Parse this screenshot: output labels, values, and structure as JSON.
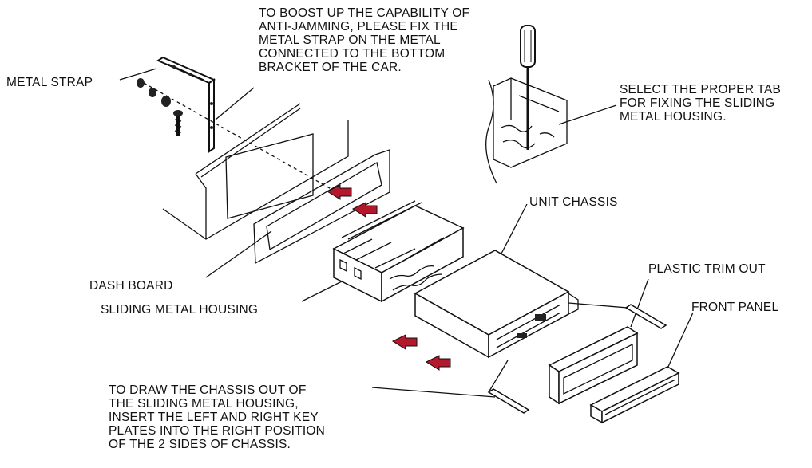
{
  "labels": {
    "metal_strap": "METAL STRAP",
    "anti_jamming_note": "TO BOOST UP THE CAPABILITY OF\nANTI-JAMMING, PLEASE FIX THE\nMETAL STRAP ON THE METAL\nCONNECTED TO THE BOTTOM\nBRACKET OF THE CAR.",
    "select_tab_note": "SELECT THE PROPER TAB\nFOR FIXING THE SLIDING\nMETAL HOUSING.",
    "unit_chassis": "UNIT CHASSIS",
    "plastic_trim_out": "PLASTIC TRIM OUT",
    "front_panel": "FRONT PANEL",
    "dash_board": "DASH BOARD",
    "sliding_metal_housing": "SLIDING METAL HOUSING",
    "draw_chassis_note": "TO DRAW THE CHASSIS OUT OF\nTHE SLIDING METAL HOUSING,\nINSERT THE LEFT AND RIGHT KEY\nPLATES INTO THE RIGHT POSITION\nOF THE 2 SIDES OF CHASSIS."
  },
  "colors": {
    "line": "#111111",
    "arrow": "#b3182c",
    "background": "#ffffff"
  }
}
